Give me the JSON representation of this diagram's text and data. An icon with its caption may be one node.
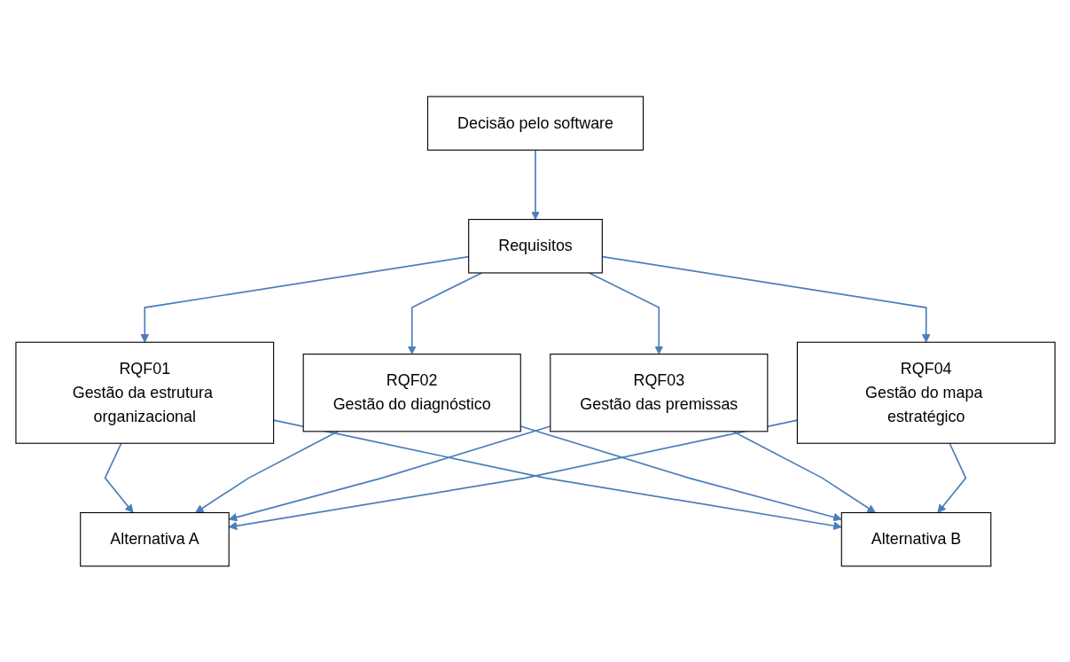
{
  "diagram": {
    "nodes": [
      {
        "text": [
          "Decisão pelo software"
        ]
      },
      {
        "text": [
          "Requisitos"
        ]
      },
      {
        "text": [
          "RQF01",
          "Gestão da estrutura organizacional"
        ]
      },
      {
        "text": [
          "RQF02",
          "Gestão do diagnóstico"
        ]
      },
      {
        "text": [
          "RQF03",
          "Gestão das premissas"
        ]
      },
      {
        "text": [
          "RQF04",
          "Gestão do mapa estratégico"
        ]
      },
      {
        "text": [
          "Alternativa A"
        ]
      },
      {
        "text": [
          "Alternativa B"
        ]
      }
    ],
    "edges": [
      {
        "from": 0,
        "to": 1,
        "arrow": "to"
      },
      {
        "from": 1,
        "to": 2,
        "arrow": "to"
      },
      {
        "from": 1,
        "to": 3,
        "arrow": "to"
      },
      {
        "from": 1,
        "to": 4,
        "arrow": "to"
      },
      {
        "from": 1,
        "to": 5,
        "arrow": "to"
      },
      {
        "from": 2,
        "to": 6,
        "arrow": "to"
      },
      {
        "from": 2,
        "to": 7,
        "arrow": "to"
      },
      {
        "from": 3,
        "to": 6,
        "arrow": "to"
      },
      {
        "from": 3,
        "to": 7,
        "arrow": "to"
      },
      {
        "from": 4,
        "to": 6,
        "arrow": "to"
      },
      {
        "from": 4,
        "to": 7,
        "arrow": "to"
      },
      {
        "from": 5,
        "to": 6,
        "arrow": "to"
      },
      {
        "from": 5,
        "to": 7,
        "arrow": "to"
      }
    ]
  }
}
